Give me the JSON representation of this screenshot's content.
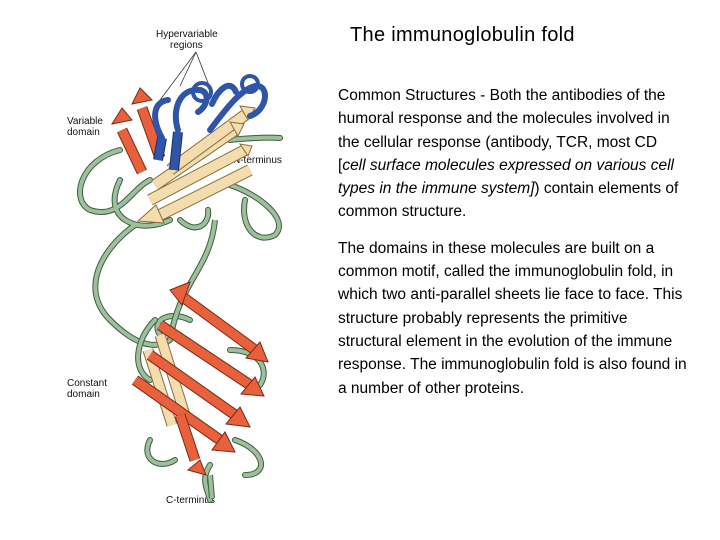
{
  "title": "The immunoglobulin fold",
  "paragraph1": {
    "lead": "Common Structures",
    "text1": " - Both the antibodies of the humoral response and the molecules involved in the cellular response (antibody, TCR, most CD [",
    "italic": "cell surface molecules expressed on various cell types in the immune system]",
    "text2": ") contain elements of common structure."
  },
  "paragraph2": "The domains in these molecules are built on a common motif, called the immunoglobulin fold, in which two anti-parallel  sheets lie face to face. This structure probably represents the primitive structural element in the evolution of the immune response. The immunoglobulin fold is also found in a number of other proteins.",
  "diagram": {
    "labels": {
      "hypervariable_line1": "Hypervariable",
      "hypervariable_line2": "regions",
      "variable_line1": "Variable",
      "variable_line2": "domain",
      "n_terminus": "N-terminus",
      "constant_line1": "Constant",
      "constant_line2": "domain",
      "c_terminus": "C-terminus"
    },
    "colors": {
      "loop": "#9dbf9d",
      "loop_outline": "#3d5e3d",
      "sheet_front": "#e8603c",
      "sheet_back": "#f3dcae",
      "hypervariable": "#2f55a8"
    }
  }
}
